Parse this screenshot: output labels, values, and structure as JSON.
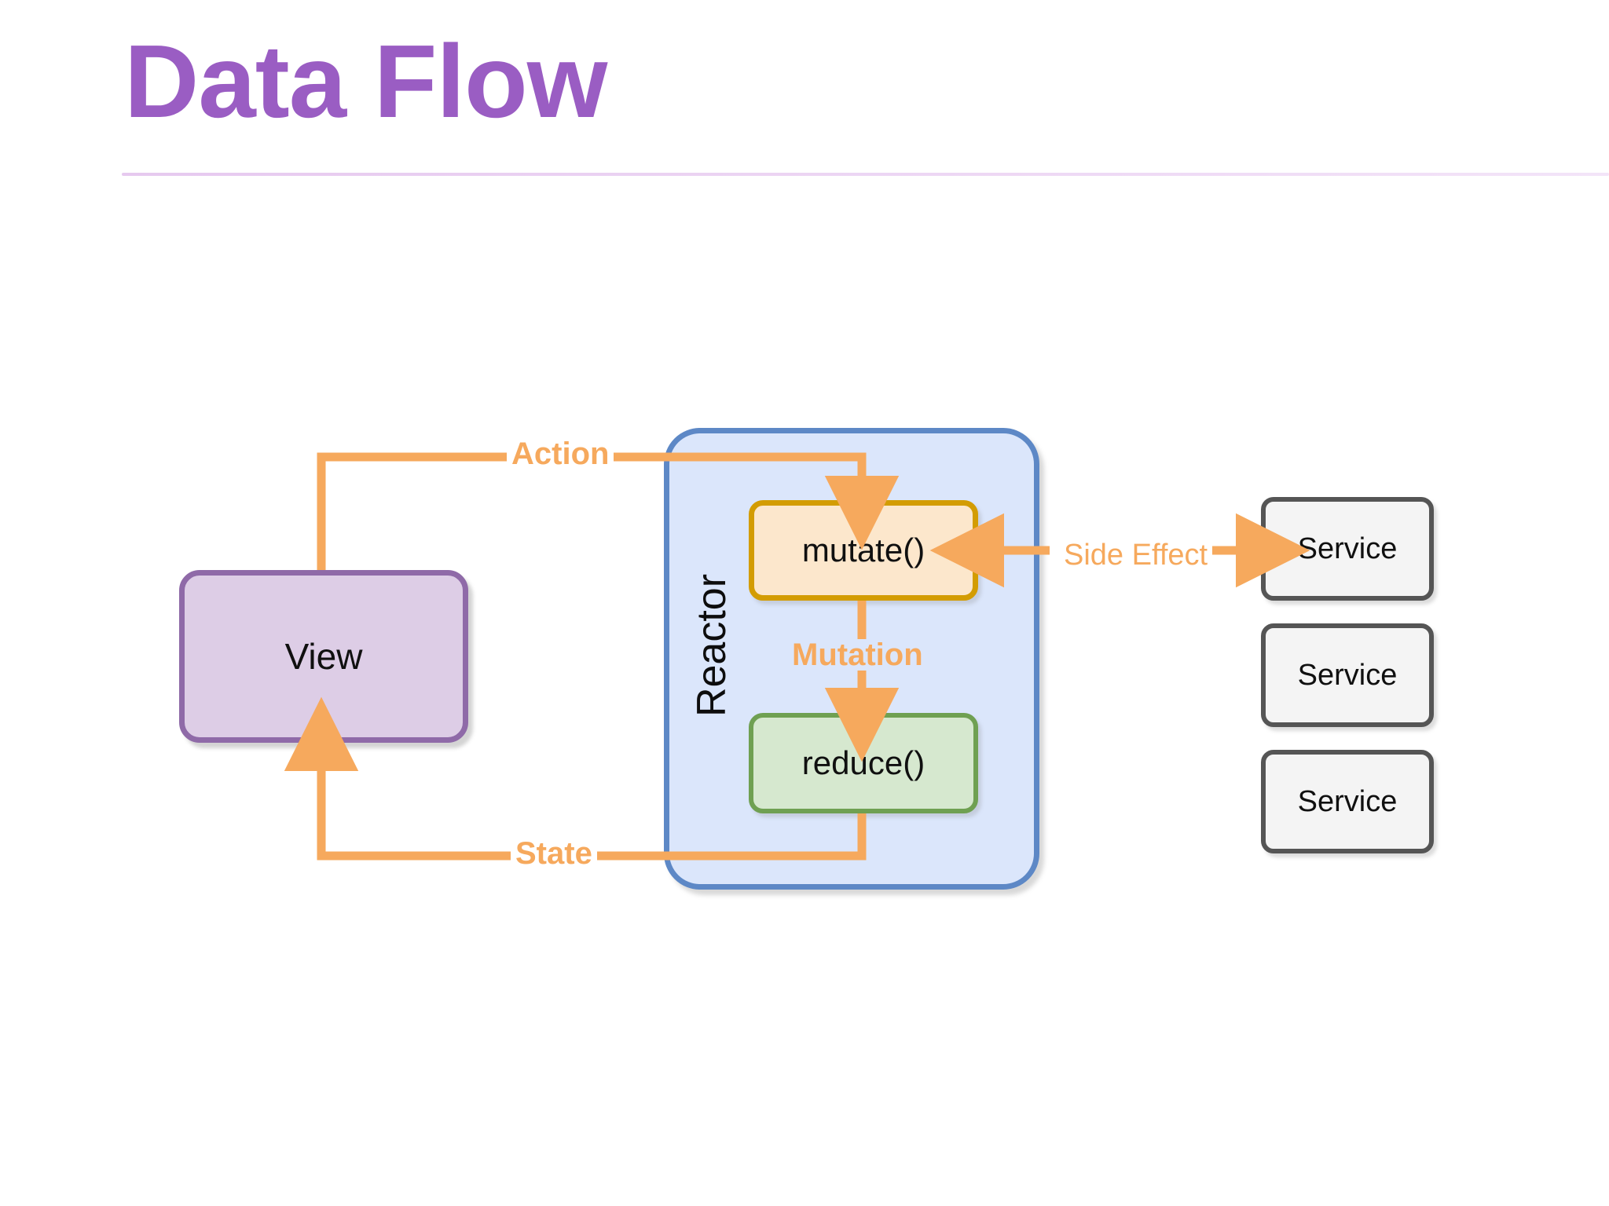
{
  "slide": {
    "title": "Data Flow",
    "rule_color": "#e9cdf2",
    "title_color": "#9a5dc3",
    "background": "#ffffff"
  },
  "diagram": {
    "type": "flow-diagram",
    "accent_color": "#f6a95d",
    "nodes": [
      {
        "id": "view",
        "label": "View",
        "fill": "#ddcde6",
        "stroke": "#8f6aa8"
      },
      {
        "id": "reactor",
        "label": "Reactor",
        "fill": "#dbe6fb",
        "stroke": "#5d88c6",
        "label_orientation": "vertical-bottom-to-top"
      },
      {
        "id": "mutate",
        "label": "mutate()",
        "fill": "#fce7cc",
        "stroke": "#d39c02"
      },
      {
        "id": "reduce",
        "label": "reduce()",
        "fill": "#d6e8cf",
        "stroke": "#6fa052"
      }
    ],
    "services": [
      {
        "id": "service-0",
        "label": "Service",
        "fill": "#f4f4f4",
        "stroke": "#555555"
      },
      {
        "id": "service-1",
        "label": "Service",
        "fill": "#f4f4f4",
        "stroke": "#555555"
      },
      {
        "id": "service-2",
        "label": "Service",
        "fill": "#f4f4f4",
        "stroke": "#555555"
      }
    ],
    "edges": [
      {
        "id": "action",
        "label": "Action",
        "from": "view",
        "to": "mutate",
        "bold": true,
        "color": "#f6a95d"
      },
      {
        "id": "mutation",
        "label": "Mutation",
        "from": "mutate",
        "to": "reduce",
        "bold": true,
        "color": "#f6a95d"
      },
      {
        "id": "state",
        "label": "State",
        "from": "reduce",
        "to": "view",
        "bold": true,
        "color": "#f6a95d"
      },
      {
        "id": "side-effect",
        "label": "Side Effect",
        "from": "mutate",
        "to": "service-0",
        "bold": false,
        "color": "#f6a95d",
        "bidirectional": true
      }
    ]
  }
}
